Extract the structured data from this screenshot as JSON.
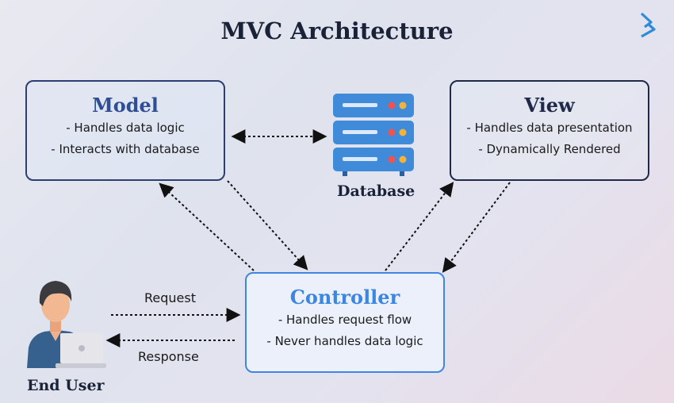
{
  "title": "MVC Architecture",
  "model": {
    "title": "Model",
    "lines": [
      "- Handles data logic",
      "- Interacts with database"
    ]
  },
  "view": {
    "title": "View",
    "lines": [
      "- Handles data presentation",
      "- Dynamically Rendered"
    ]
  },
  "controller": {
    "title": "Controller",
    "lines": [
      "- Handles request flow",
      "- Never handles data logic"
    ]
  },
  "database": {
    "label": "Database"
  },
  "end_user": {
    "label": "End User"
  },
  "flows": {
    "request": "Request",
    "response": "Response"
  },
  "colors": {
    "model_border": "#2c3f70",
    "model_title": "#2f4e94",
    "view_border": "#1f2a48",
    "controller_border": "#3f86e0",
    "controller_title": "#3b86e0",
    "server_blue": "#3f8ad9",
    "led_red": "#f0524f",
    "led_yellow": "#f4b23a"
  },
  "icons": [
    "brand-logo-icon",
    "database-server-icon",
    "end-user-laptop-icon"
  ]
}
